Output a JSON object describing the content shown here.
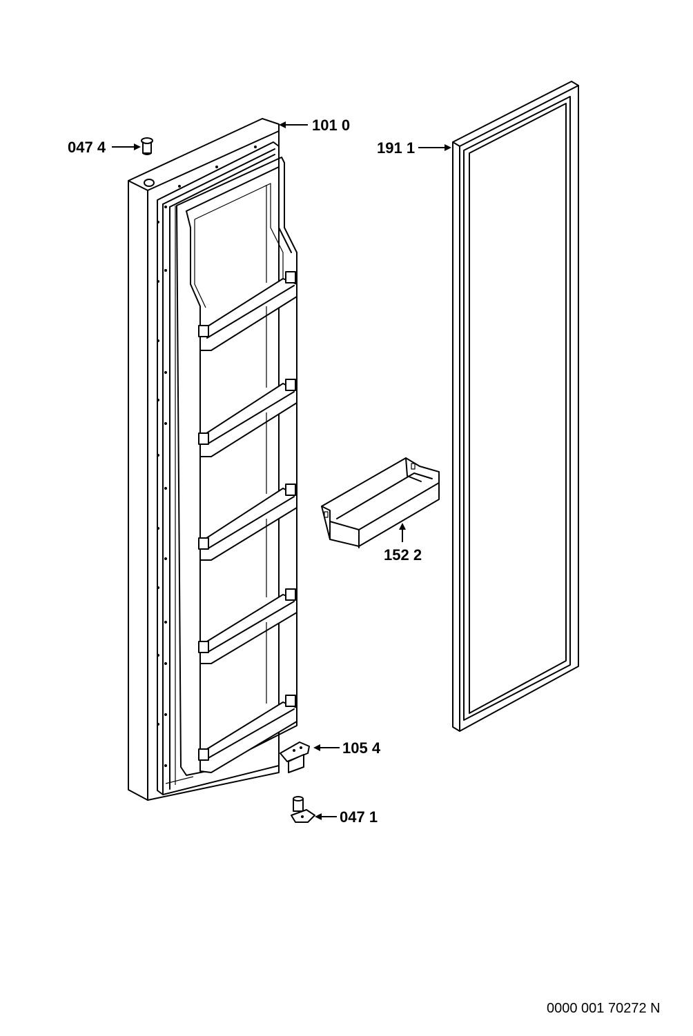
{
  "diagram": {
    "parts": [
      {
        "key": "door",
        "label": "101 0"
      },
      {
        "key": "top_pin",
        "label": "047 4"
      },
      {
        "key": "gasket",
        "label": "191 1"
      },
      {
        "key": "door_bin",
        "label": "152 2"
      },
      {
        "key": "hinge_bracket",
        "label": "105 4"
      },
      {
        "key": "bottom_hinge",
        "label": "047 1"
      }
    ],
    "reference_number": "0000 001 70272 N"
  }
}
